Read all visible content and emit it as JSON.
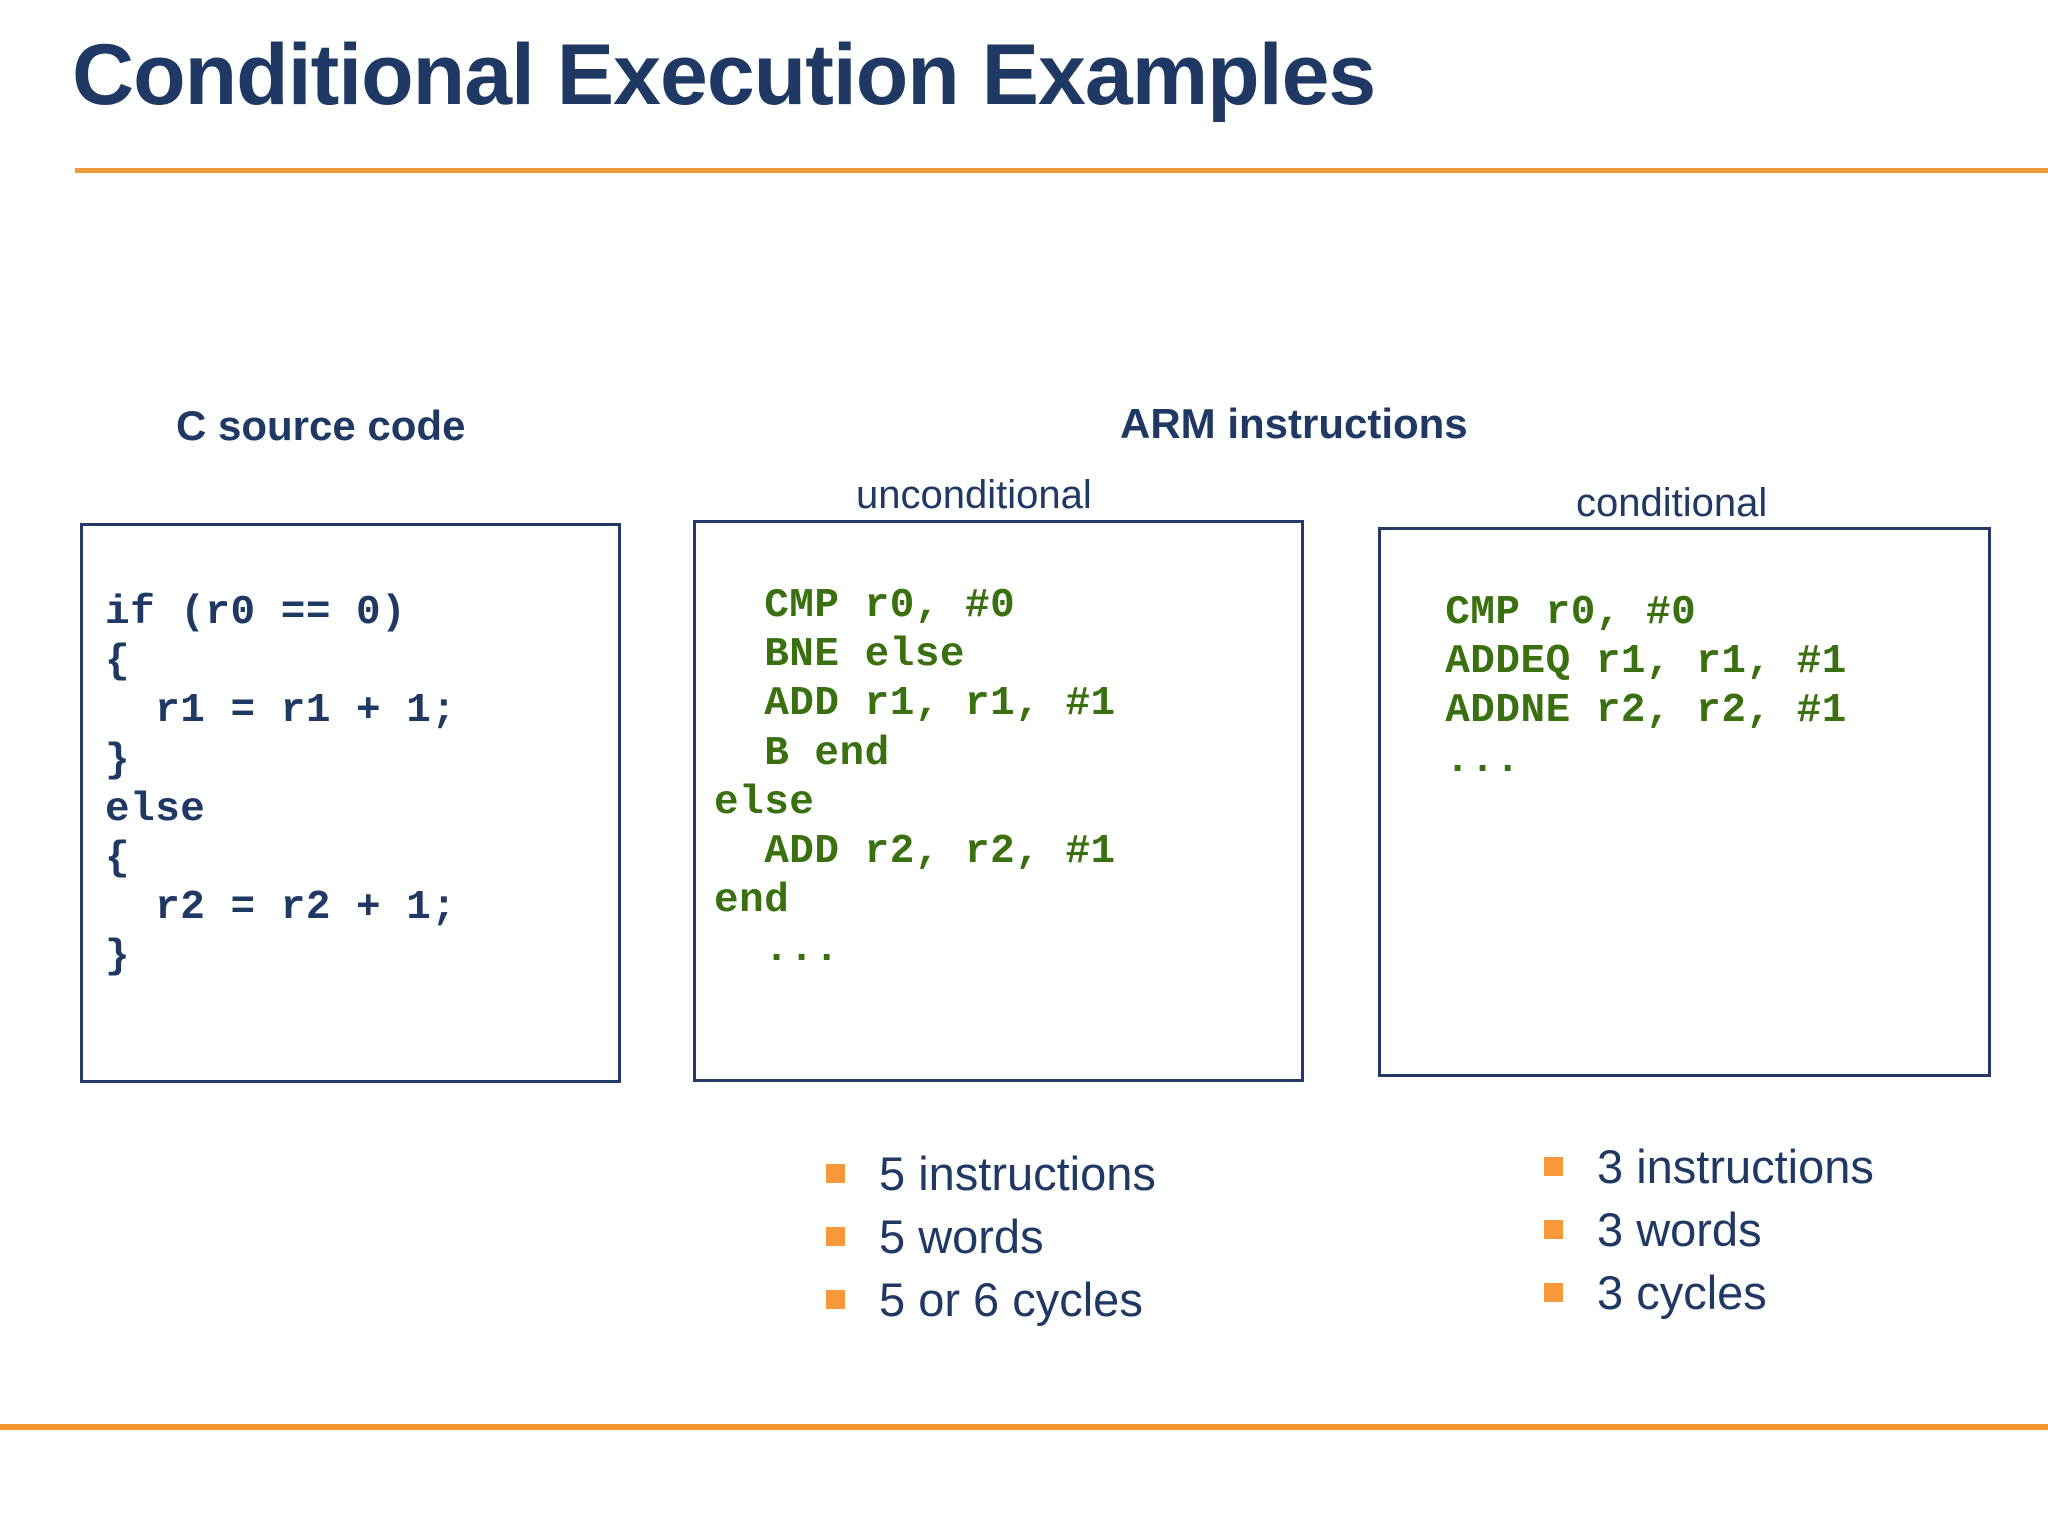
{
  "slide": {
    "title": "Conditional Execution Examples",
    "accent_color": "#F7952F",
    "heading_color": "#1F3864",
    "code_color": "#1F3864",
    "asm_color": "#3B7011",
    "bullet_color": "#F7983A",
    "background": "#FFFFFF"
  },
  "columns": {
    "c_source": {
      "heading": "C source code",
      "code_lines": [
        "if (r0 == 0)",
        "{",
        "  r1 = r1 + 1;",
        "}",
        "else",
        "{",
        "  r2 = r2 + 1;",
        "}"
      ]
    },
    "arm": {
      "heading": "ARM instructions",
      "unconditional": {
        "label": "unconditional",
        "code_lines": [
          "  CMP r0, #0",
          "  BNE else",
          "  ADD r1, r1, #1",
          "  B end",
          "else",
          "  ADD r2, r2, #1",
          "end",
          "  ...",
          ""
        ],
        "bullets": [
          "5 instructions",
          "5 words",
          "5 or 6 cycles"
        ]
      },
      "conditional": {
        "label": "conditional",
        "code_lines": [
          "  CMP r0, #0",
          "  ADDEQ r1, r1, #1",
          "  ADDNE r2, r2, #1",
          "  ...",
          "",
          "",
          "",
          "",
          ""
        ],
        "bullets": [
          "3 instructions",
          "3 words",
          "3 cycles"
        ]
      }
    }
  }
}
